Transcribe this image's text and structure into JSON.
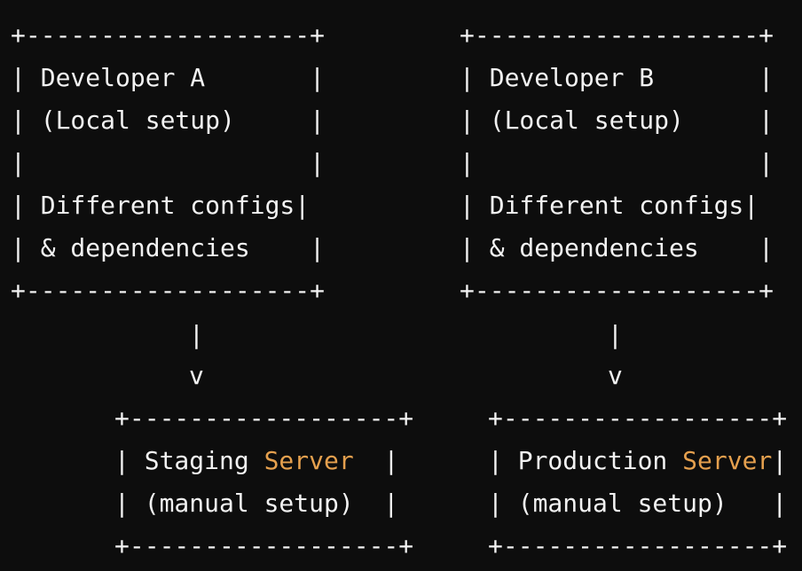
{
  "colors": {
    "background": "#0d0d0d",
    "text": "#f2f2f2",
    "accent": "#e5a04e"
  },
  "diagram": {
    "dev_a": {
      "top_border": "+-------------------+",
      "title_row": "| Developer A       |",
      "subtitle_row": "| (Local setup)     |",
      "blank_row": "|                   |",
      "note_row_1": "| Different configs|",
      "note_row_2": "| & dependencies    |",
      "bottom_border": "+-------------------+"
    },
    "dev_b": {
      "top_border": "+-------------------+",
      "title_row": "| Developer B       |",
      "subtitle_row": "| (Local setup)     |",
      "blank_row": "|                   |",
      "note_row_1": "| Different configs|",
      "note_row_2": "| & dependencies    |",
      "bottom_border": "+-------------------+"
    },
    "connector_a": {
      "stem": "|",
      "head": "v"
    },
    "connector_b": {
      "stem": "|",
      "head": "v"
    },
    "staging": {
      "top_border": "+------------------+",
      "row1_prefix": "| Staging ",
      "row1_accent": "Server",
      "row1_suffix": "  |",
      "row2": "| (manual setup)  |",
      "bottom_border": "+------------------+"
    },
    "production": {
      "top_border": "+------------------+",
      "row1_prefix": "| Production ",
      "row1_accent": "Server",
      "row1_suffix": "|",
      "row2": "| (manual setup)   |",
      "bottom_border": "+------------------+"
    }
  }
}
